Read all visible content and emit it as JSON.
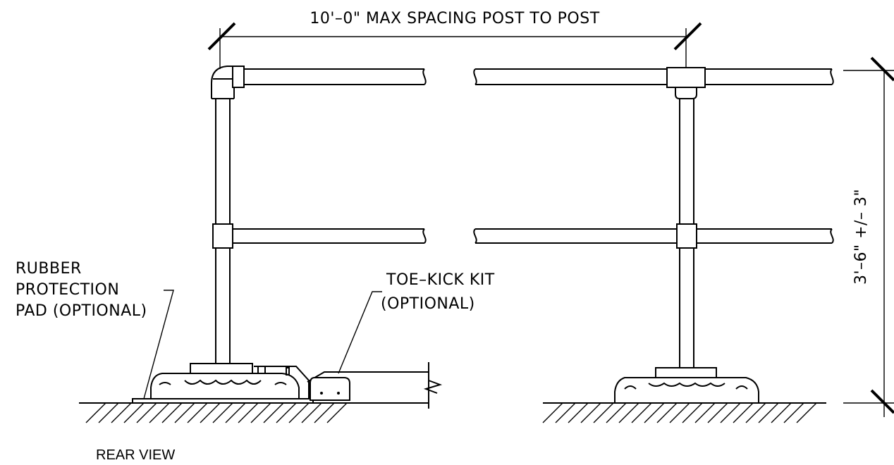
{
  "dimensions": {
    "post_spacing": "10'–0\" MAX SPACING POST TO POST",
    "rail_height": "3'–6\" +/– 3\""
  },
  "callouts": {
    "rubber_pad": [
      "RUBBER",
      "PROTECTION",
      "PAD (OPTIONAL)"
    ],
    "toe_kick": [
      "TOE–KICK KIT",
      "(OPTIONAL)"
    ]
  },
  "caption": "REAR VIEW"
}
